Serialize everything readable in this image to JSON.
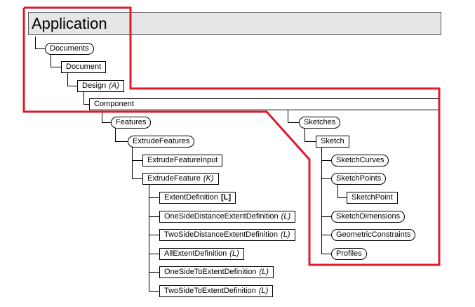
{
  "diagram": {
    "nodes": {
      "application": {
        "label": "Application"
      },
      "documents": {
        "label": "Documents"
      },
      "document": {
        "label": "Document"
      },
      "design": {
        "label": "Design",
        "mark": "A"
      },
      "component": {
        "label": "Component"
      },
      "features": {
        "label": "Features"
      },
      "extrude_features": {
        "label": "ExtrudeFeatures"
      },
      "extrude_feature_input": {
        "label": "ExtrudeFeatureInput"
      },
      "extrude_feature": {
        "label": "ExtrudeFeature",
        "mark": "K"
      },
      "extent_definition": {
        "label": "ExtentDefinition",
        "mark": "L"
      },
      "one_side_distance": {
        "label": "OneSideDistanceExtentDefinition",
        "mark": "L"
      },
      "two_side_distance": {
        "label": "TwoSideDistanceExtentDefinition",
        "mark": "L"
      },
      "all_extent": {
        "label": "AllExtentDefinition",
        "mark": "L"
      },
      "one_side_to": {
        "label": "OneSideToExtentDefinition",
        "mark": "L"
      },
      "two_side_to": {
        "label": "TwoSideToExtentDefinition",
        "mark": "L"
      },
      "sketches": {
        "label": "Sketches"
      },
      "sketch": {
        "label": "Sketch"
      },
      "sketch_curves": {
        "label": "SketchCurves"
      },
      "sketch_points": {
        "label": "SketchPoints"
      },
      "sketch_point": {
        "label": "SketchPoint"
      },
      "sketch_dimensions": {
        "label": "SketchDimensions"
      },
      "geometric_constraints": {
        "label": "GeometricConstraints"
      },
      "profiles": {
        "label": "Profiles"
      }
    },
    "highlight_color": "#e0192b"
  }
}
